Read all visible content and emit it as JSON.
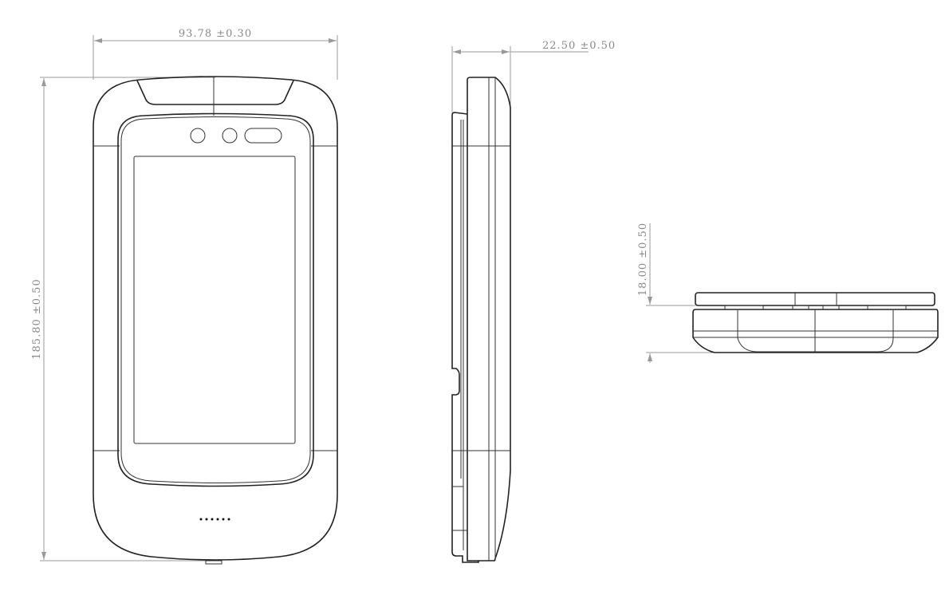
{
  "title": "Device dimension drawing",
  "views": {
    "front": {
      "width_label": "93.78 ±0.30",
      "height_label": "185.80 ±0.50"
    },
    "side": {
      "depth_label": "22.50 ±0.50"
    },
    "top": {
      "thickness_label": "18.00 ±0.50"
    }
  },
  "colors": {
    "line": "#222222",
    "dimension": "#999999"
  }
}
